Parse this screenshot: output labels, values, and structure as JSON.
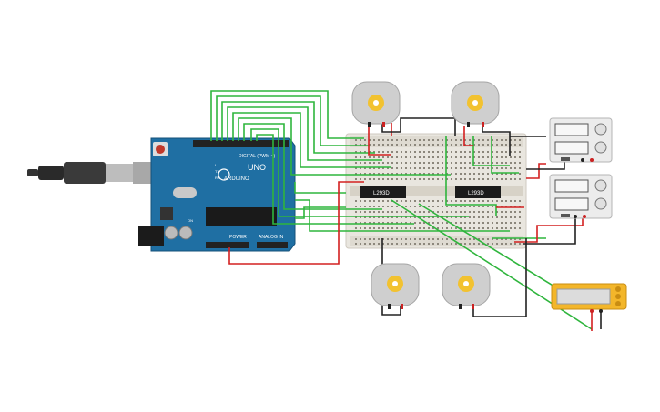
{
  "board": {
    "label_digital": "DIGITAL (PWM ~)",
    "label_uno": "UNO",
    "label_arduino": "ARDUINO",
    "label_power": "POWER",
    "label_analog": "ANALOG IN",
    "label_tx": "TX",
    "label_rx": "RX",
    "label_l": "L",
    "label_on": "ON"
  },
  "chips": [
    {
      "label": "L293D"
    },
    {
      "label": "L293D"
    }
  ],
  "motors": [
    "motor-top-left",
    "motor-top-right",
    "motor-bottom-left",
    "motor-bottom-right"
  ],
  "supplies": [
    "power-supply-top",
    "power-supply-bottom"
  ],
  "battery": "battery-pack",
  "colors": {
    "board": "#1f6fa3",
    "wire_green": "#2fb53d",
    "wire_red": "#d42020",
    "wire_black": "#222222",
    "breadboard": "#e9e6df",
    "motor_body": "#cfcfcf",
    "motor_hub": "#f2c230",
    "battery": "#f3b62a"
  }
}
